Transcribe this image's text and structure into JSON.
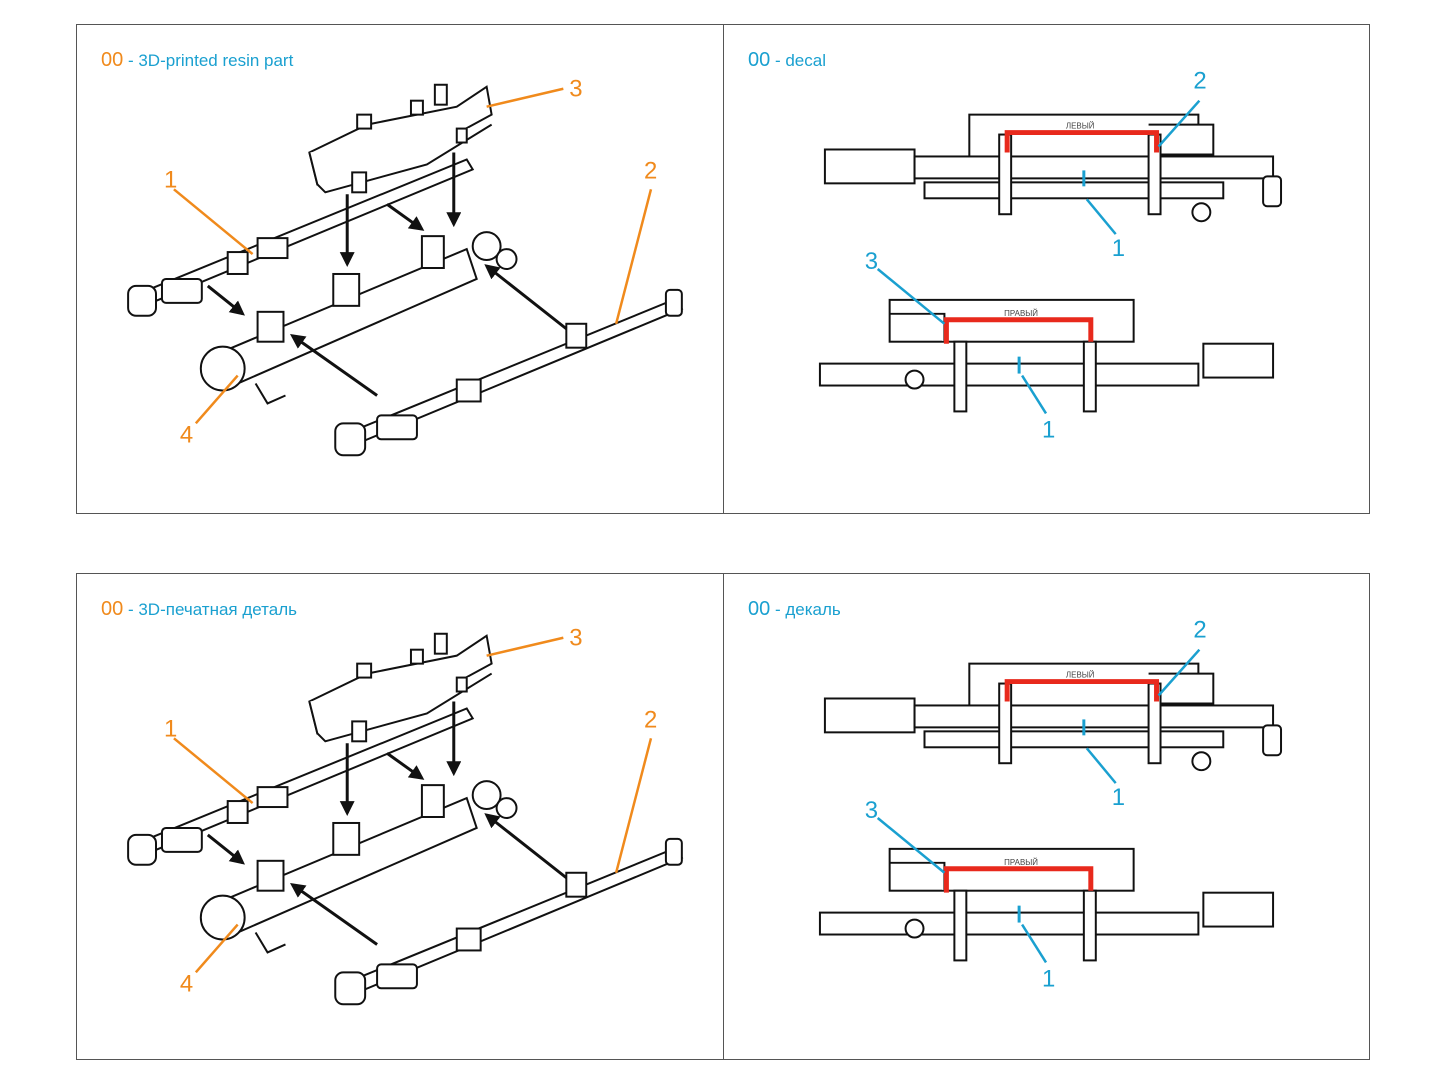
{
  "colors": {
    "resin": "#f08a1c",
    "decal": "#1aa0d0",
    "red_decal": "#e8291c",
    "ink": "#111111"
  },
  "panels": {
    "top_left": {
      "code": "00",
      "caption": " - 3D-printed resin part",
      "callouts": [
        "1",
        "2",
        "3",
        "4"
      ]
    },
    "top_right": {
      "code": "00",
      "caption": " - decal",
      "callouts": [
        "2",
        "1",
        "3",
        "1"
      ],
      "plate_labels": [
        "ЛЕВЫЙ",
        "ПРАВЫЙ"
      ]
    },
    "bottom_left": {
      "code": "00",
      "caption": " - 3D-печатная деталь",
      "callouts": [
        "1",
        "2",
        "3",
        "4"
      ]
    },
    "bottom_right": {
      "code": "00",
      "caption": " - декаль",
      "callouts": [
        "2",
        "1",
        "3",
        "1"
      ],
      "plate_labels": [
        "ЛЕВЫЙ",
        "ПРАВЫЙ"
      ]
    }
  }
}
